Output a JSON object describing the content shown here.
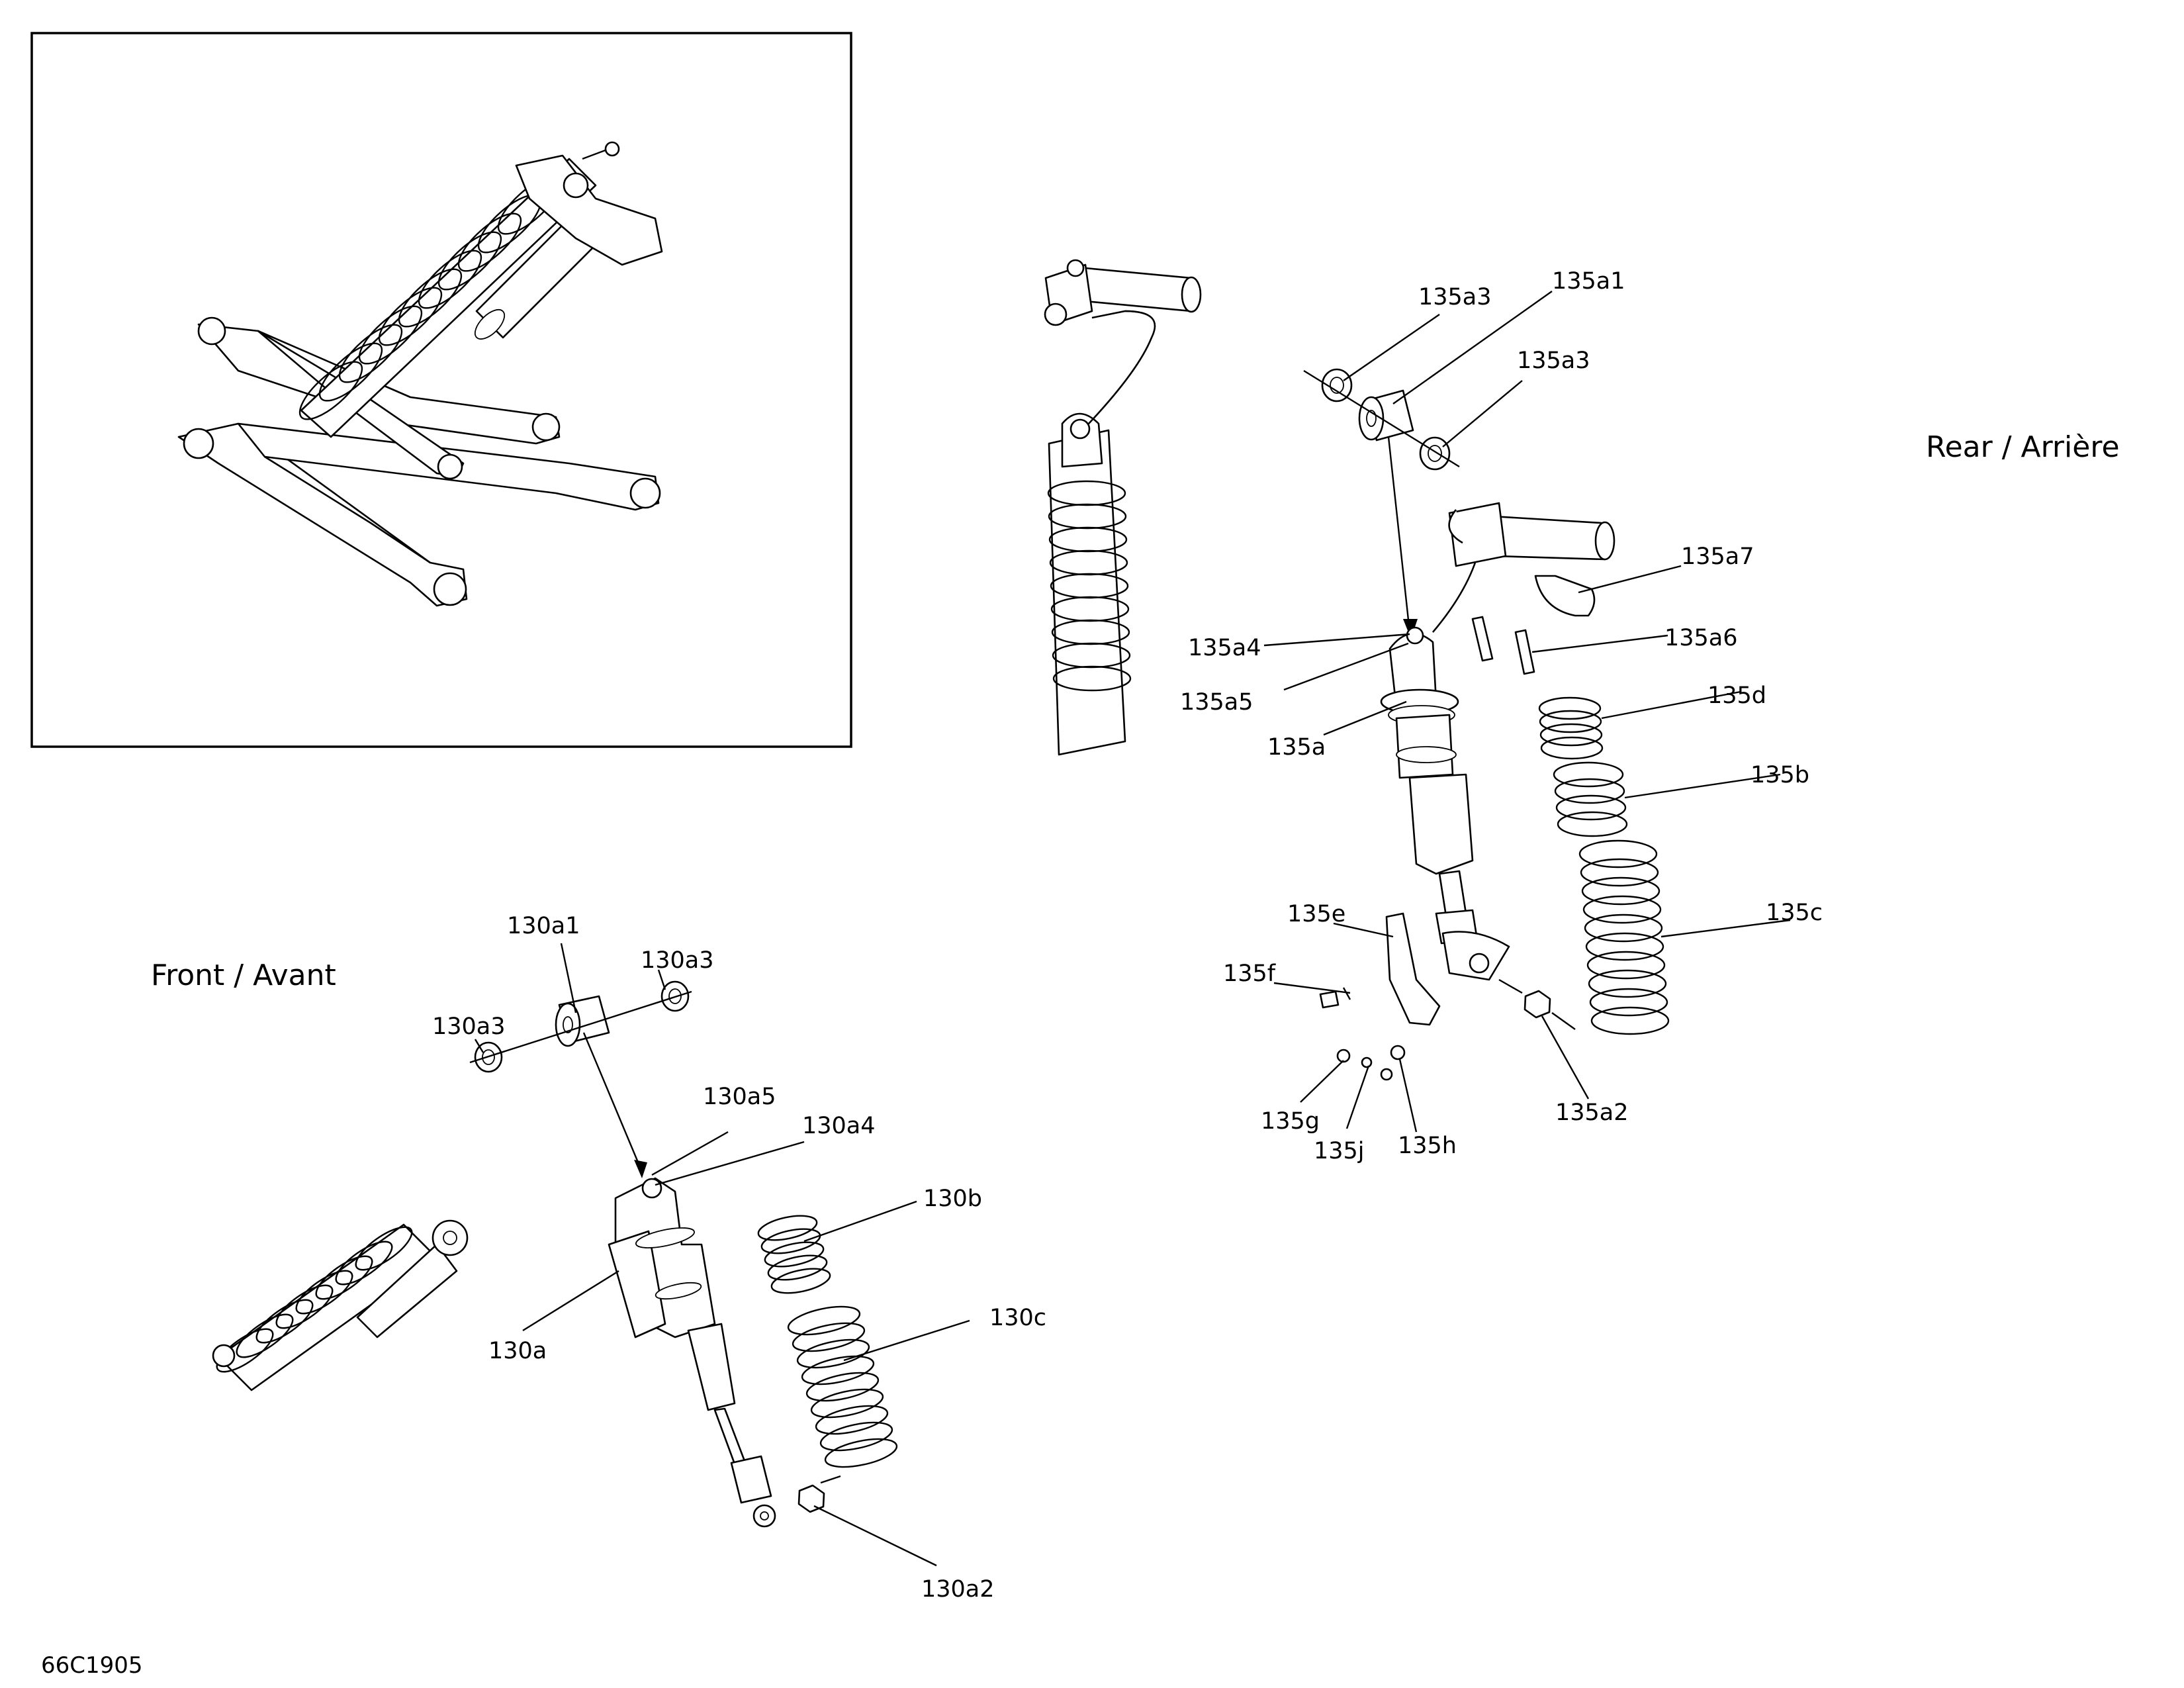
{
  "views": {
    "front_title": "Front / Avant",
    "rear_title": "Rear / Arrière"
  },
  "drawing_code": "66C1905",
  "callouts": {
    "front": {
      "f130a1": "130a1",
      "f130a3_right": "130a3",
      "f130a3_left": "130a3",
      "f130a5": "130a5",
      "f130a4": "130a4",
      "f130b": "130b",
      "f130c": "130c",
      "f130a": "130a",
      "f130a2": "130a2"
    },
    "rear": {
      "r135a3_left": "135a3",
      "r135a1": "135a1",
      "r135a3_right": "135a3",
      "r135a7": "135a7",
      "r135a4": "135a4",
      "r135a6": "135a6",
      "r135a5": "135a5",
      "r135d": "135d",
      "r135a": "135a",
      "r135b": "135b",
      "r135e": "135e",
      "r135c": "135c",
      "r135f": "135f",
      "r135g": "135g",
      "r135j": "135j",
      "r135h": "135h",
      "r135a2": "135a2"
    }
  }
}
